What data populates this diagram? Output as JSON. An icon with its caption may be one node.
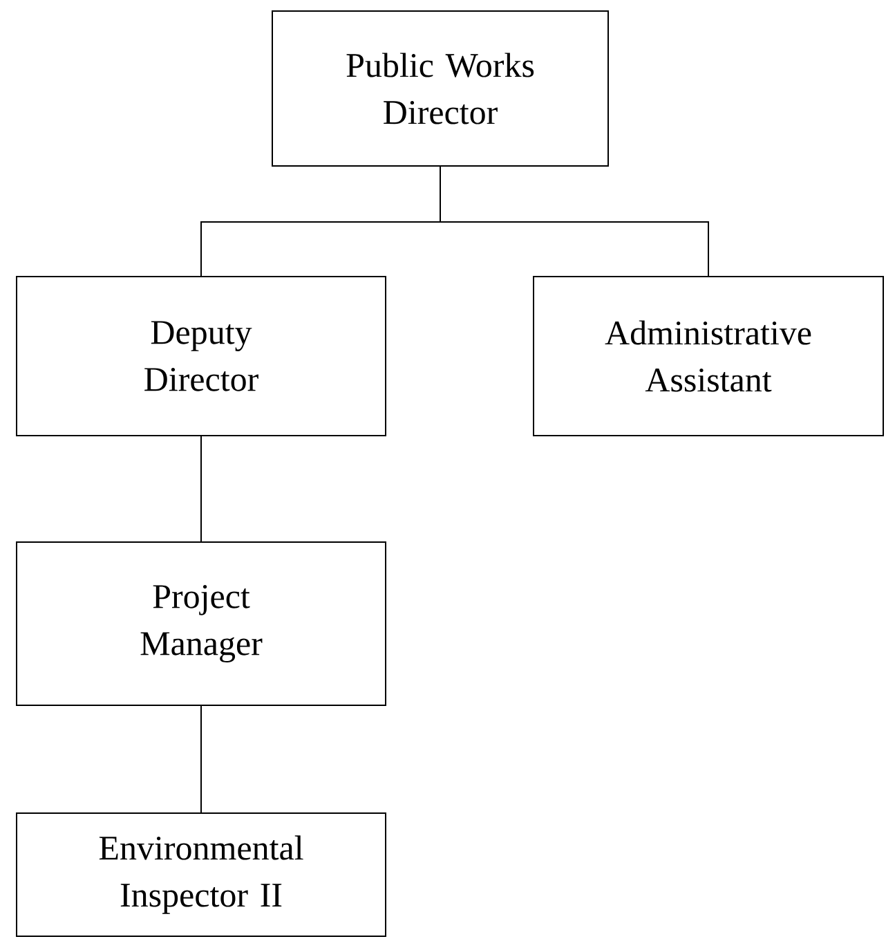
{
  "diagram": {
    "nodes": [
      {
        "text": [
          "Public Works Director"
        ]
      },
      {
        "text": [
          "Deputy Director"
        ]
      },
      {
        "text": [
          "Administrative Assistant"
        ]
      },
      {
        "text": [
          "Project Manager"
        ]
      },
      {
        "text": [
          "Environmental Inspector II"
        ]
      }
    ],
    "edges": [
      {
        "from": 0,
        "to": 1,
        "arrow": "none"
      },
      {
        "from": 0,
        "to": 2,
        "arrow": "none"
      },
      {
        "from": 1,
        "to": 3,
        "arrow": "none"
      },
      {
        "from": 3,
        "to": 4,
        "arrow": "none"
      }
    ]
  }
}
